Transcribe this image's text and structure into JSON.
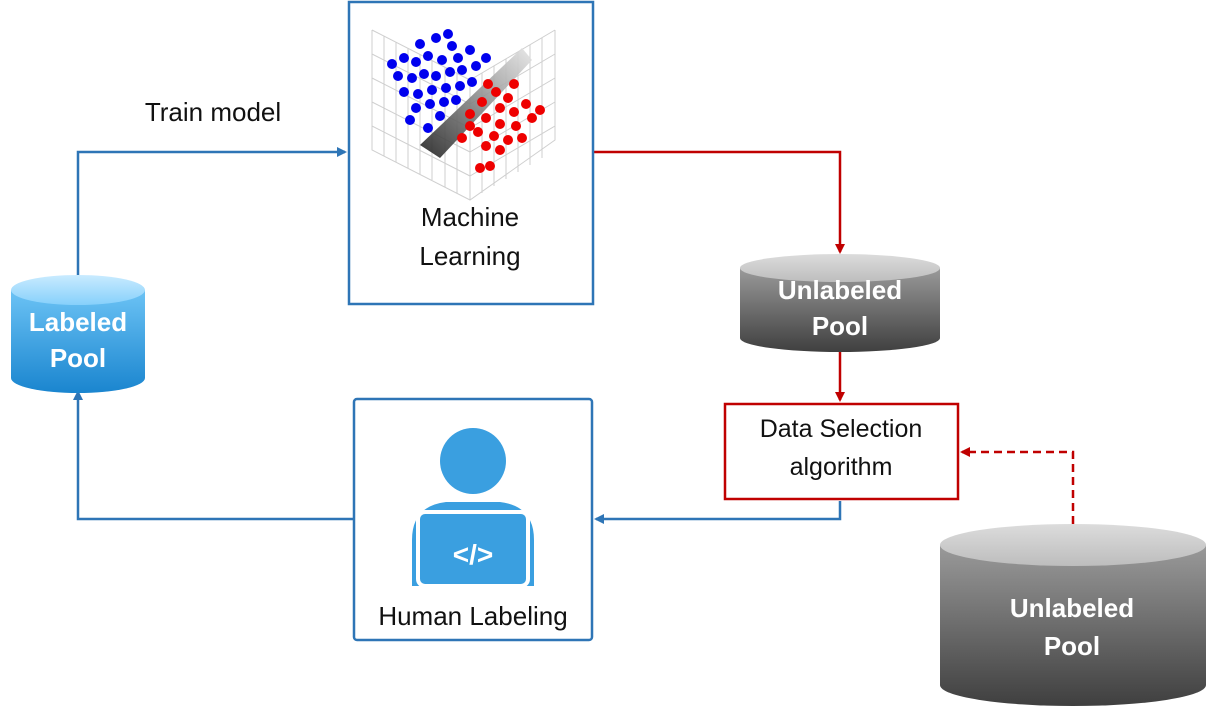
{
  "diagram": {
    "train_label": "Train model",
    "ml_box": {
      "line1": "Machine",
      "line2": "Learning"
    },
    "labeled_pool": {
      "line1": "Labeled",
      "line2": "Pool"
    },
    "unlabeled_pool_small": {
      "line1": "Unlabeled",
      "line2": "Pool"
    },
    "data_selection": {
      "line1": "Data Selection",
      "line2": "algorithm"
    },
    "human_labeling": {
      "label": "Human Labeling"
    },
    "unlabeled_pool_large": {
      "line1": "Unlabeled",
      "line2": "Pool"
    },
    "code_glyph": "</>"
  },
  "colors": {
    "blue": "#2e75b6",
    "red": "#c00000",
    "labeled_pool": "#3aa3e3",
    "gray_pool": "#6b6b6b",
    "person": "#3a9fe0"
  }
}
